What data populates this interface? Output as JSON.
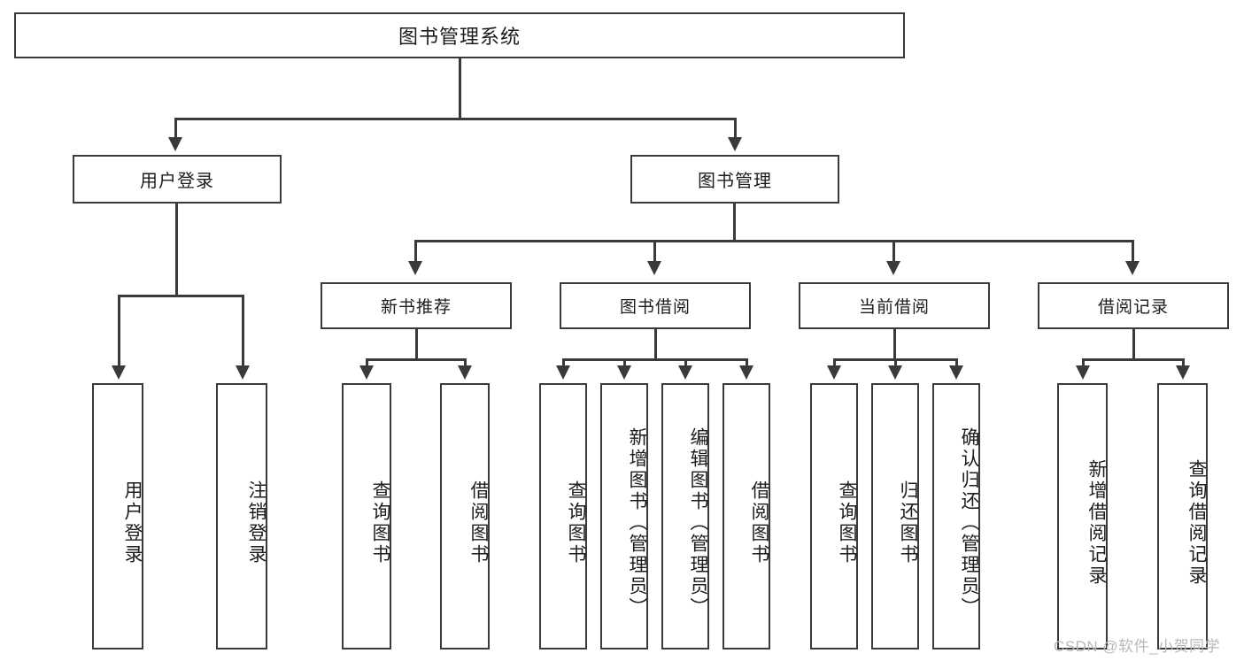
{
  "diagram": {
    "title": "图书管理系统",
    "watermark": "CSDN @软件_小贺同学",
    "root": {
      "label": "图书管理系统"
    },
    "level1": [
      {
        "label": "用户登录"
      },
      {
        "label": "图书管理"
      }
    ],
    "level2": [
      {
        "label": "新书推荐"
      },
      {
        "label": "图书借阅"
      },
      {
        "label": "当前借阅"
      },
      {
        "label": "借阅记录"
      }
    ],
    "leaves": [
      {
        "label": "用户登录"
      },
      {
        "label": "注销登录"
      },
      {
        "label": "查询图书"
      },
      {
        "label": "借阅图书"
      },
      {
        "label": "查询图书"
      },
      {
        "label": "新增图书（管理员）"
      },
      {
        "label": "编辑图书（管理员）"
      },
      {
        "label": "借阅图书"
      },
      {
        "label": "查询图书"
      },
      {
        "label": "归还图书"
      },
      {
        "label": "确认归还（管理员）"
      },
      {
        "label": "新增借阅记录"
      },
      {
        "label": "查询借阅记录"
      }
    ],
    "colors": {
      "stroke": "#3a3a3a",
      "text": "#1c1c1c",
      "background": "#ffffff",
      "watermark": "#b9b9b9"
    }
  }
}
